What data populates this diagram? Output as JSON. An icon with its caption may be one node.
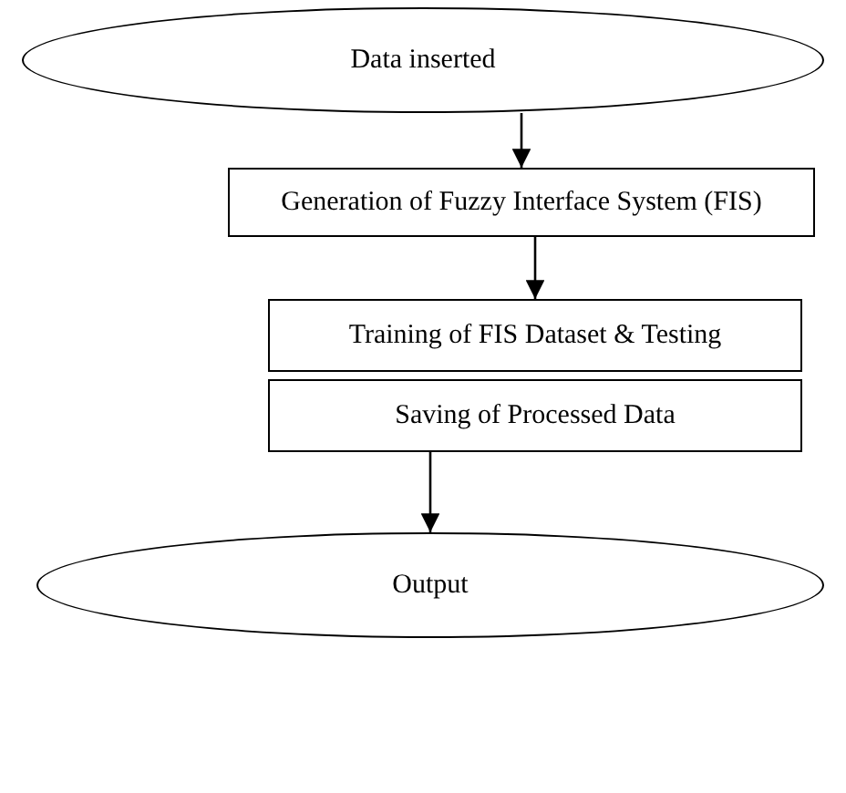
{
  "diagram": {
    "nodes": [
      {
        "text": [
          "Data inserted"
        ]
      },
      {
        "text": [
          "Generation of Fuzzy Interface System (FIS)"
        ]
      },
      {
        "text": [
          "Training of FIS Dataset & Testing"
        ]
      },
      {
        "text": [
          "Saving of Processed Data"
        ]
      },
      {
        "text": [
          "Output"
        ]
      }
    ],
    "edges": [
      {
        "from": 0,
        "to": 1,
        "arrow": "to"
      },
      {
        "from": 1,
        "to": 2,
        "arrow": "to"
      },
      {
        "from": 3,
        "to": 4,
        "arrow": "to"
      }
    ]
  }
}
